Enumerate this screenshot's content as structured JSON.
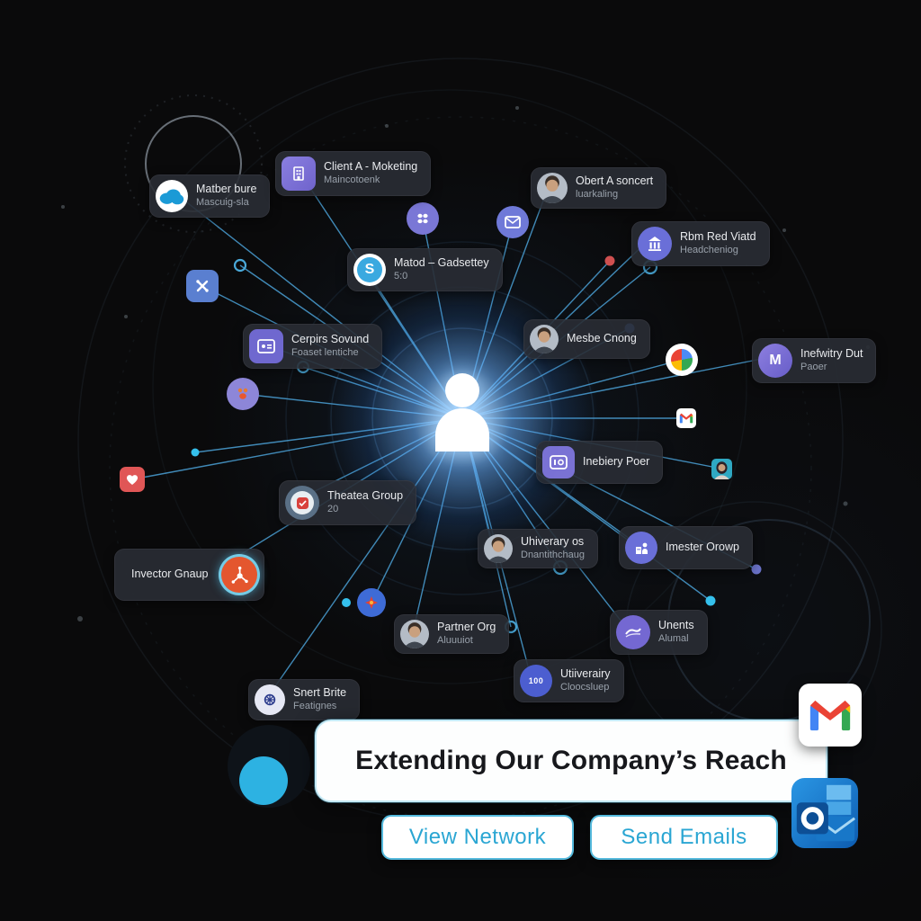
{
  "title_card": {
    "title": "Extending Our Company’s Reach"
  },
  "buttons": {
    "view_network": "View Network",
    "send_emails": "Send Emails"
  },
  "hub": {
    "icon": "person-hub-icon"
  },
  "app_icons": {
    "gmail": "gmail-icon",
    "outlook": "outlook-icon"
  },
  "colors": {
    "background": "#0a0a0b",
    "line_blue": "#4da6dd",
    "accent_cyan": "#2aa6d3",
    "card_bg": "#292c34",
    "node_purple": "#7a72d6",
    "hubspot_orange": "#e4562e",
    "heart_red": "#e05656",
    "cyan_circle": "#2db2e2"
  },
  "nodes": [
    {
      "id": 0,
      "title": "Matber bure",
      "subtitle": "Mascuig-sla",
      "icon": "salesforce-cloud-icon"
    },
    {
      "id": 1,
      "title": "Client A - Moketing",
      "subtitle": "Maincotoenk",
      "icon": "building-icon"
    },
    {
      "id": 2,
      "title": "Obert A soncert",
      "subtitle": "luarkaling",
      "icon": "person-avatar"
    },
    {
      "id": 3,
      "title": "Rbm Red Viatd",
      "subtitle": "Headcheniog",
      "icon": "bank-columns-icon"
    },
    {
      "id": 4,
      "title": "Matod – Gadsettey",
      "subtitle": "5:0",
      "icon": "skype-icon"
    },
    {
      "id": 5,
      "title": "Cerpirs Sovund",
      "subtitle": "Foaset lentiche",
      "icon": "id-card-icon"
    },
    {
      "id": 6,
      "title": "Mesbe Cnong",
      "subtitle": "",
      "icon": "person-avatar"
    },
    {
      "id": 7,
      "title": "Inefwitry Dut",
      "subtitle": "Paoer",
      "icon": "letter-m-icon"
    },
    {
      "id": 8,
      "title": "Inebiery Poer",
      "subtitle": "",
      "icon": "badge-icon"
    },
    {
      "id": 9,
      "title": "Theatea Group",
      "subtitle": "20",
      "icon": "red-badge-icon"
    },
    {
      "id": 10,
      "title": "Invector Gnaup",
      "subtitle": "",
      "icon": "hubspot-icon"
    },
    {
      "id": 11,
      "title": "Uhiverary os",
      "subtitle": "Dnantithchaug",
      "icon": "person-avatar"
    },
    {
      "id": 12,
      "title": "Imester Orowp",
      "subtitle": "",
      "icon": "org-person-icon"
    },
    {
      "id": 13,
      "title": "Partner Org",
      "subtitle": "Aluuuiot",
      "icon": "person-avatar"
    },
    {
      "id": 14,
      "title": "Unents",
      "subtitle": "Alumal",
      "icon": "wave-icon"
    },
    {
      "id": 15,
      "title": "Utiiverairy",
      "subtitle": "Cloocsluep",
      "icon": "circle-100-icon"
    },
    {
      "id": 16,
      "title": "Snert Brite",
      "subtitle": "Featignes",
      "icon": "wheel-icon"
    }
  ],
  "standalone_icons": [
    "tool-cross-icon",
    "paw-icon",
    "clover-icon",
    "envelope-icon",
    "drive-pie-icon",
    "gmail-small-icon",
    "woman-avatar",
    "heart-icon",
    "spark-icon"
  ]
}
